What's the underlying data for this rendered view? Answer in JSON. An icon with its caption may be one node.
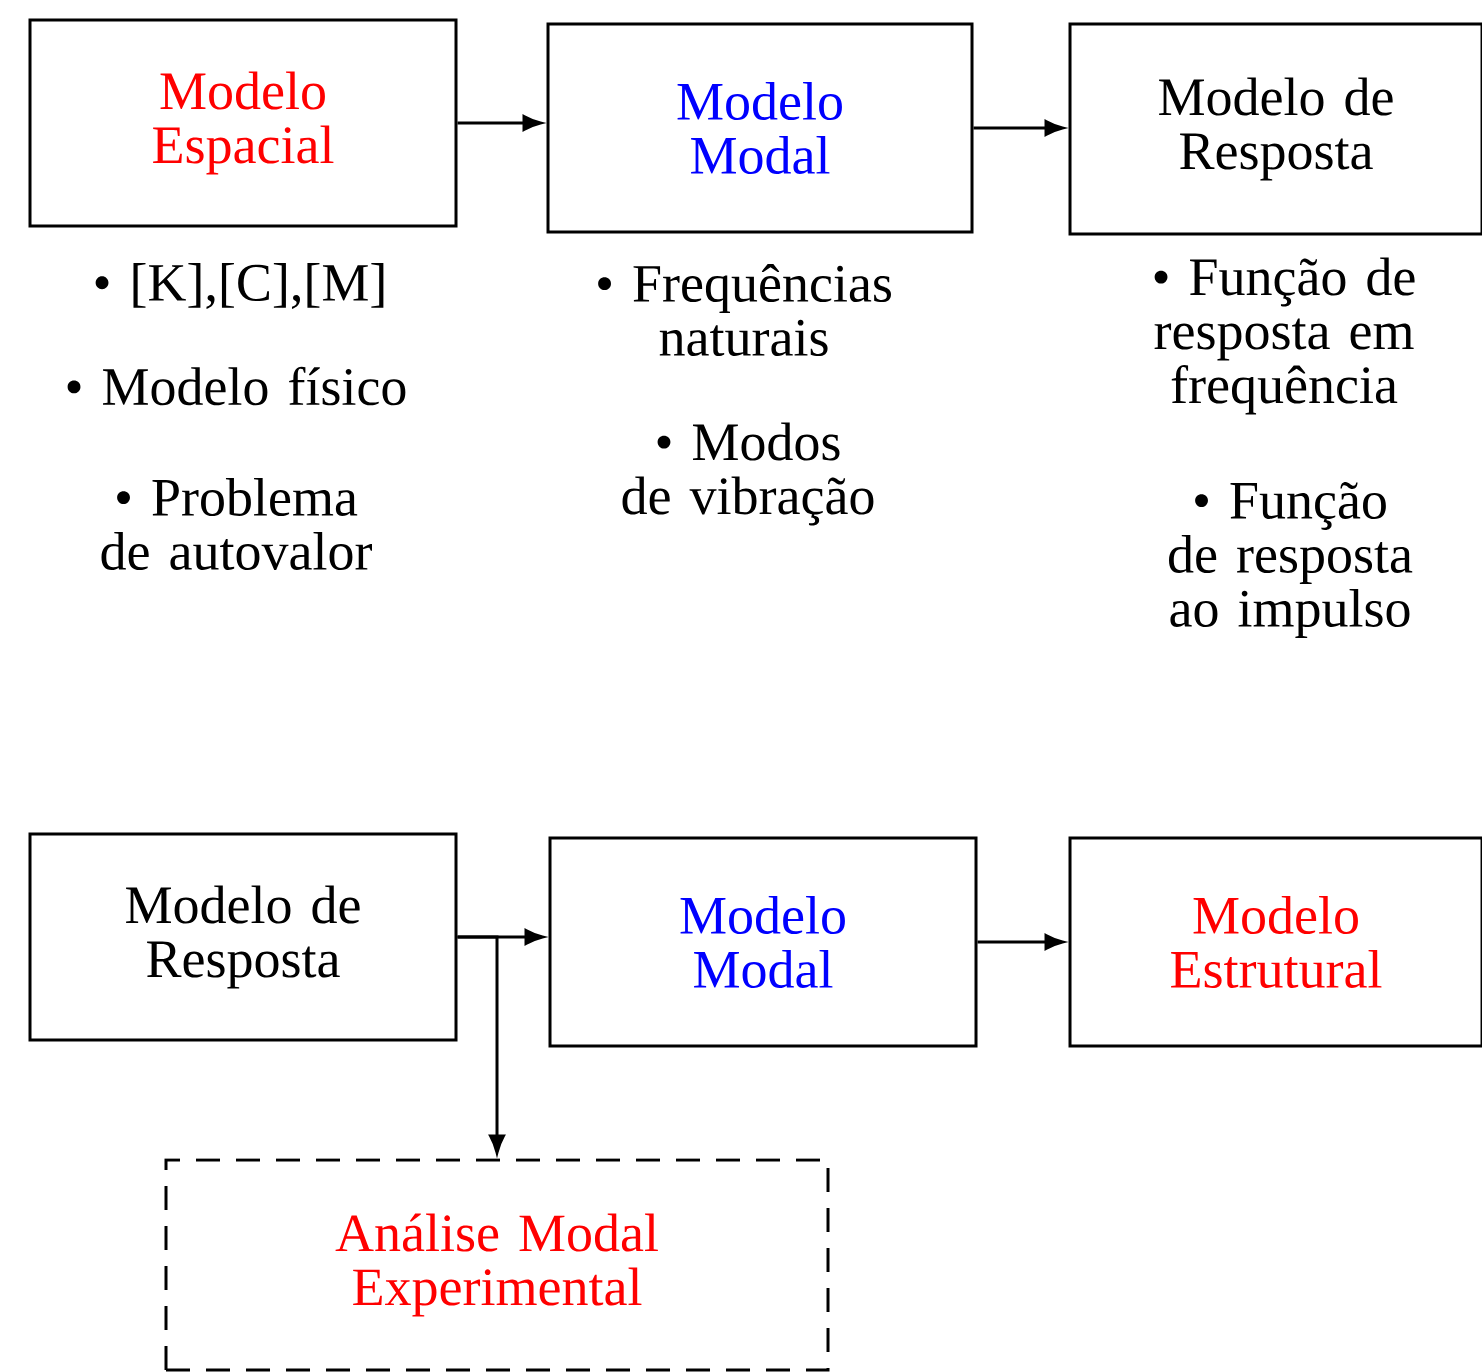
{
  "diagram": {
    "nodes": [
      {
        "text": [
          "Modelo Espacial"
        ],
        "beside": [
          "• [K],[C],[M]",
          "• Modelo físico",
          "• Problema de autovalor"
        ]
      },
      {
        "text": [
          "Modelo Modal"
        ],
        "beside": [
          "• Frequências naturais",
          "• Modos de vibração"
        ]
      },
      {
        "text": [
          "Modelo de Resposta"
        ],
        "beside": [
          "• Função de resposta em frequência",
          "• Função de resposta ao impulso"
        ]
      },
      {
        "text": [
          "Modelo de Resposta"
        ]
      },
      {
        "text": [
          "Modelo Modal"
        ]
      },
      {
        "text": [
          "Modelo Estrutural"
        ]
      },
      {
        "text": [
          "Análise Modal Experimental"
        ]
      }
    ],
    "edges": [
      {
        "from": 0,
        "to": 1,
        "arrow": "to"
      },
      {
        "from": 1,
        "to": 2,
        "arrow": "to"
      },
      {
        "from": 3,
        "to": 4,
        "arrow": "to"
      },
      {
        "from": 4,
        "to": 5,
        "arrow": "to"
      },
      {
        "from": 3,
        "to": 6,
        "arrow": "to"
      }
    ]
  }
}
